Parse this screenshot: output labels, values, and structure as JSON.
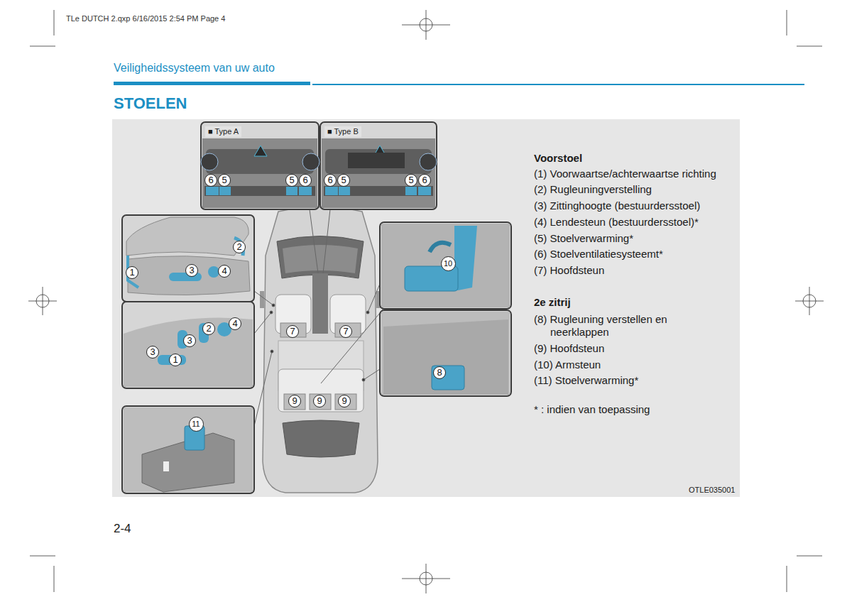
{
  "diagram": {
    "title": "STOELEN",
    "nodes": [
      {
        "text": [
          "Voorstoel",
          "(1) Voorwaartse/achterwaartse richting",
          "(2) Rugleuningverstelling",
          "(3) Zittinghoogte (bestuurdersstoel)",
          "(4) Lendesteun (bestuurdersstoel)*",
          "(5) Stoelverwarming*",
          "(6) Stoelventilatiesysteemt*",
          "(7) Hoofdsteun",
          "2e zitrij",
          "(8) Rugleuning verstellen en neerklappen",
          "(9) Hoofdsteun",
          "(10) Armsteun",
          "(11) Stoelverwarming*",
          "* : indien van toepassing",
          "OTLE035001"
        ]
      },
      {
        "text": [
          "■ Type A"
        ],
        "in": 0
      },
      {
        "text": [
          "■ Type B"
        ],
        "in": 0
      }
    ],
    "labels": [
      "Veiligheidssysteem van uw auto",
      "2-4",
      "TLe DUTCH 2.qxp 6/16/2015 2:54 PM Page 4",
      "6",
      "5",
      "5",
      "6",
      "6",
      "5",
      "5",
      "6",
      "2",
      "1",
      "3",
      "4",
      "4",
      "2",
      "3",
      "3",
      "1",
      "11",
      "7",
      "7",
      "9",
      "9",
      "9",
      "10",
      "8"
    ]
  }
}
